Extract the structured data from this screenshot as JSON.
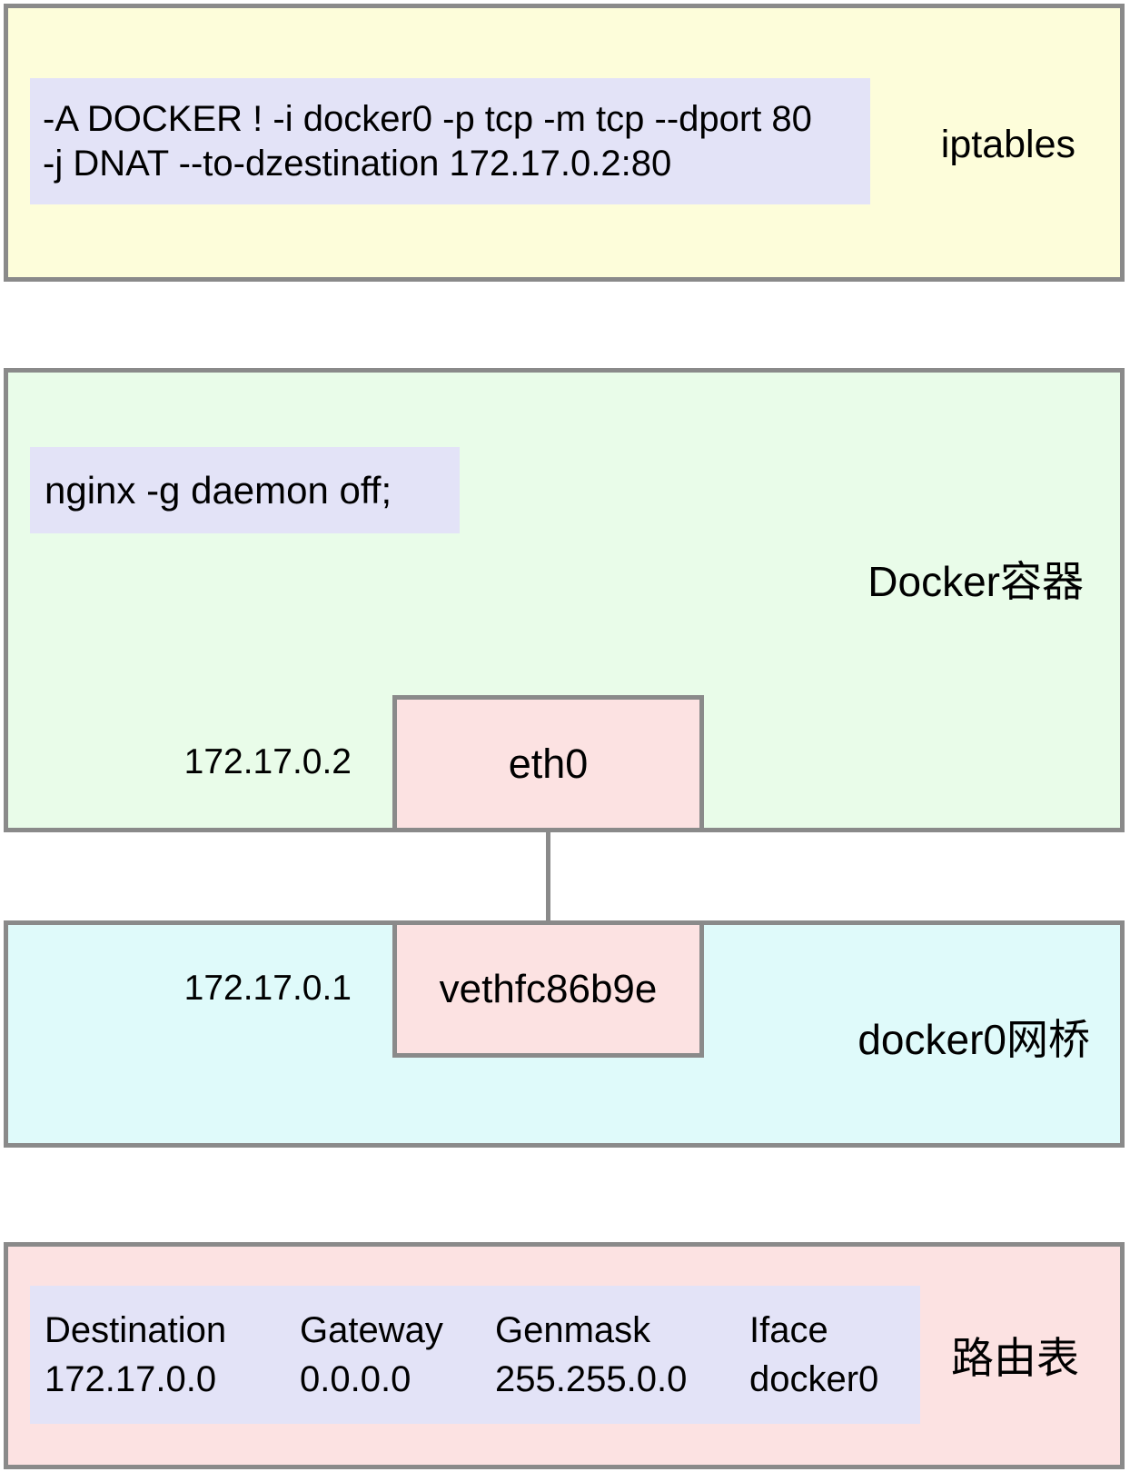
{
  "diagram": {
    "iptables": {
      "label": "iptables",
      "command_line1": "-A DOCKER ! -i docker0 -p tcp -m tcp --dport 80",
      "command_line2": "-j DNAT --to-dzestination 172.17.0.2:80"
    },
    "container": {
      "label": "Docker容器",
      "command": "nginx -g daemon off;",
      "interface": {
        "name": "eth0",
        "ip": "172.17.0.2"
      }
    },
    "bridge": {
      "label": "docker0网桥",
      "interface": {
        "name": "vethfc86b9e",
        "ip": "172.17.0.1"
      }
    },
    "routing": {
      "label": "路由表",
      "headers": [
        "Destination",
        "Gateway",
        "Genmask",
        "Iface"
      ],
      "row": [
        "172.17.0.0",
        "0.0.0.0",
        "255.255.0.0",
        "docker0"
      ]
    },
    "colors": {
      "border_gray": "#8a8a8a",
      "iptables_fill": "#fdfdda",
      "container_fill": "#e9fce9",
      "bridge_fill": "#dffafa",
      "routing_fill": "#fce2e2",
      "interface_fill": "#fce2e2",
      "command_fill": "#e3e3f7",
      "text": "#000000"
    }
  }
}
